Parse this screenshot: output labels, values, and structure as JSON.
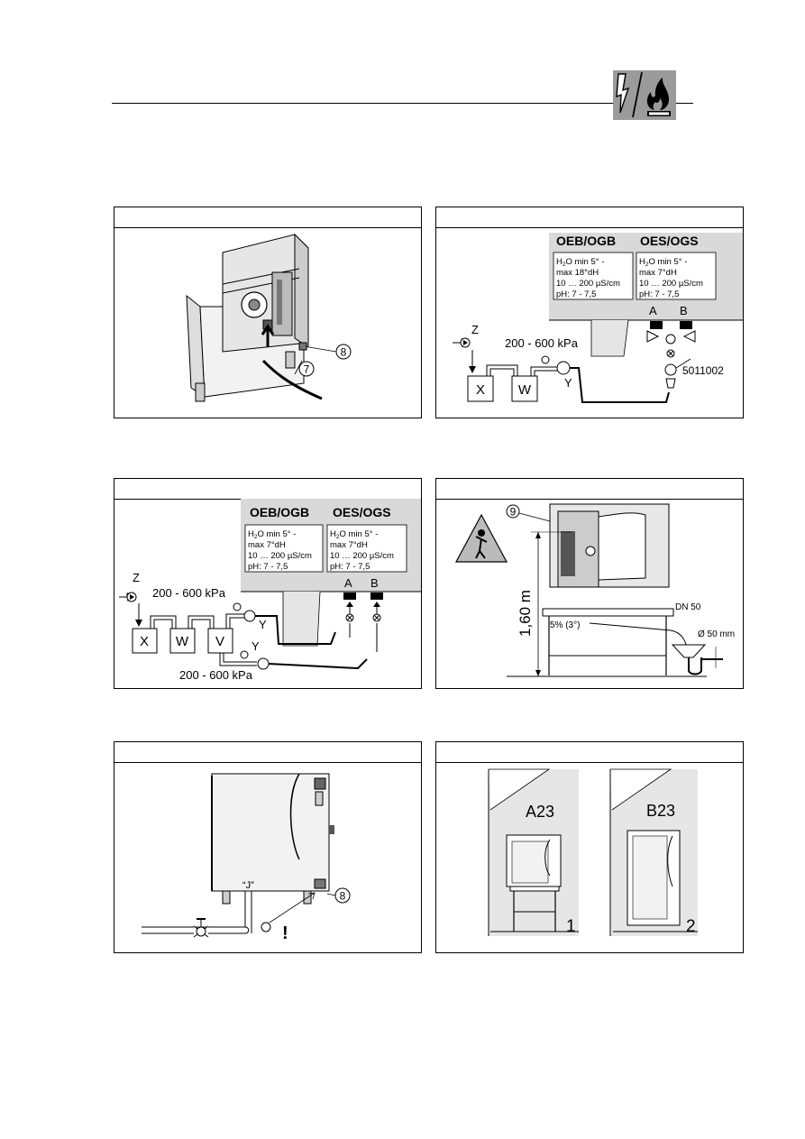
{
  "header": {
    "icon": "electric-and-gas-icon"
  },
  "panels": {
    "p1": {
      "callout_7": "7",
      "callout_8": "8"
    },
    "p2": {
      "col_left": "OEB/OGB",
      "col_right": "OES/OGS",
      "left_l1": "H",
      "left_l1_sub": "2",
      "left_l1_rest": "O min 5° -",
      "left_l2": "max 18°dH",
      "left_l3": "10 … 200 µS/cm",
      "left_l4": "pH: 7 - 7,5",
      "right_l1": "H",
      "right_l1_sub": "2",
      "right_l1_rest": "O min 5° -",
      "right_l2": "max 7°dH",
      "right_l3": "10 … 200 µS/cm",
      "right_l4": "pH: 7 - 7,5",
      "label_a": "A",
      "label_b": "B",
      "label_z": "Z",
      "label_y": "Y",
      "pressure": "200 - 600 kPa",
      "box_x": "X",
      "box_w": "W",
      "part_no": "5011002"
    },
    "p3": {
      "col_left": "OEB/OGB",
      "col_right": "OES/OGS",
      "left_l1": "H",
      "left_l1_sub": "2",
      "left_l1_rest": "O min 5° -",
      "left_l2": "max 7°dH",
      "left_l3": "10 … 200 µS/cm",
      "left_l4": "pH: 7 - 7,5",
      "right_l1": "H",
      "right_l1_sub": "2",
      "right_l1_rest": "O min 5° -",
      "right_l2": "max 7°dH",
      "right_l3": "10 … 200 µS/cm",
      "right_l4": "pH: 7 - 7,5",
      "label_a": "A",
      "label_b": "B",
      "label_z": "Z",
      "label_y1": "Y",
      "label_y2": "Y",
      "pressure_top": "200 - 600 kPa",
      "pressure_bottom": "200 - 600 kPa",
      "box_x": "X",
      "box_w": "W",
      "box_v": "V"
    },
    "p4": {
      "callout_9": "9",
      "height": "1,60 m",
      "slope": "5% (3°)",
      "dn": "DN 50",
      "diameter": "Ø 50 mm"
    },
    "p5": {
      "j_label": "“J”",
      "callout_8": "8",
      "warning": "!"
    },
    "p6": {
      "label_a23": "A23",
      "label_b23": "B23",
      "num_1": "1",
      "num_2": "2"
    }
  }
}
